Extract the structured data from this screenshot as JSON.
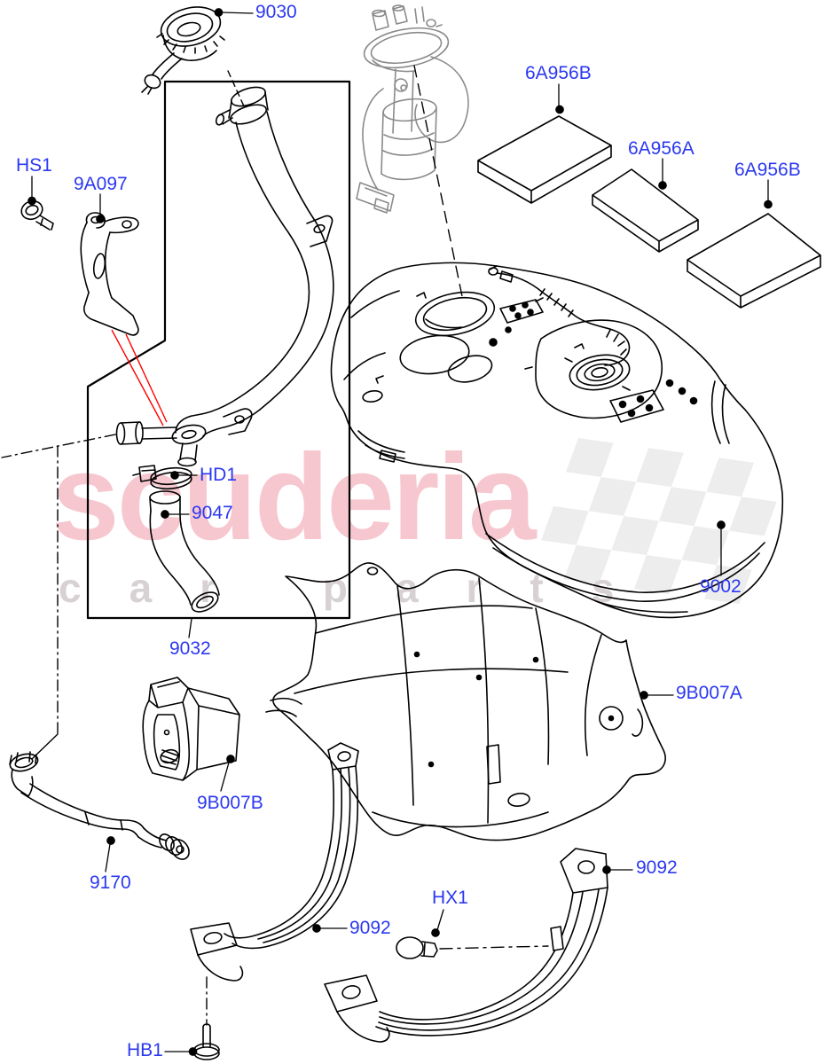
{
  "diagram": {
    "title_context": "fuel tank and related parts exploded diagram",
    "watermark": {
      "brand": "scuderia",
      "sub": "car parts"
    },
    "colors": {
      "label_blue": "#2b38f0",
      "line_black": "#000000",
      "leader_red": "#ff0000",
      "module_gray": "#8a8a8a",
      "watermark_pink": "rgba(231,81,105,0.32)",
      "watermark_gray": "rgba(168,152,158,0.45)",
      "flag_gray": "#dcdcdc"
    },
    "labels": [
      {
        "id": "filler-cap",
        "text": "9030"
      },
      {
        "id": "fastener-hs1",
        "text": "HS1"
      },
      {
        "id": "bracket-9a097",
        "text": "9A097"
      },
      {
        "id": "pad-6a956b-1",
        "text": "6A956B"
      },
      {
        "id": "pad-6a956a",
        "text": "6A956A"
      },
      {
        "id": "pad-6a956b-2",
        "text": "6A956B"
      },
      {
        "id": "clamp-hd1",
        "text": "HD1"
      },
      {
        "id": "hose-9047",
        "text": "9047"
      },
      {
        "id": "filler-pipe-9032",
        "text": "9032"
      },
      {
        "id": "fuel-tank-9002",
        "text": "9002"
      },
      {
        "id": "shield-9b007a",
        "text": "9B007A"
      },
      {
        "id": "bracket-9b007b",
        "text": "9B007B"
      },
      {
        "id": "hose-9170",
        "text": "9170"
      },
      {
        "id": "strap-9092-left",
        "text": "9092"
      },
      {
        "id": "strap-9092-right",
        "text": "9092"
      },
      {
        "id": "fastener-hx1",
        "text": "HX1"
      },
      {
        "id": "fastener-hb1",
        "text": "HB1"
      }
    ]
  }
}
